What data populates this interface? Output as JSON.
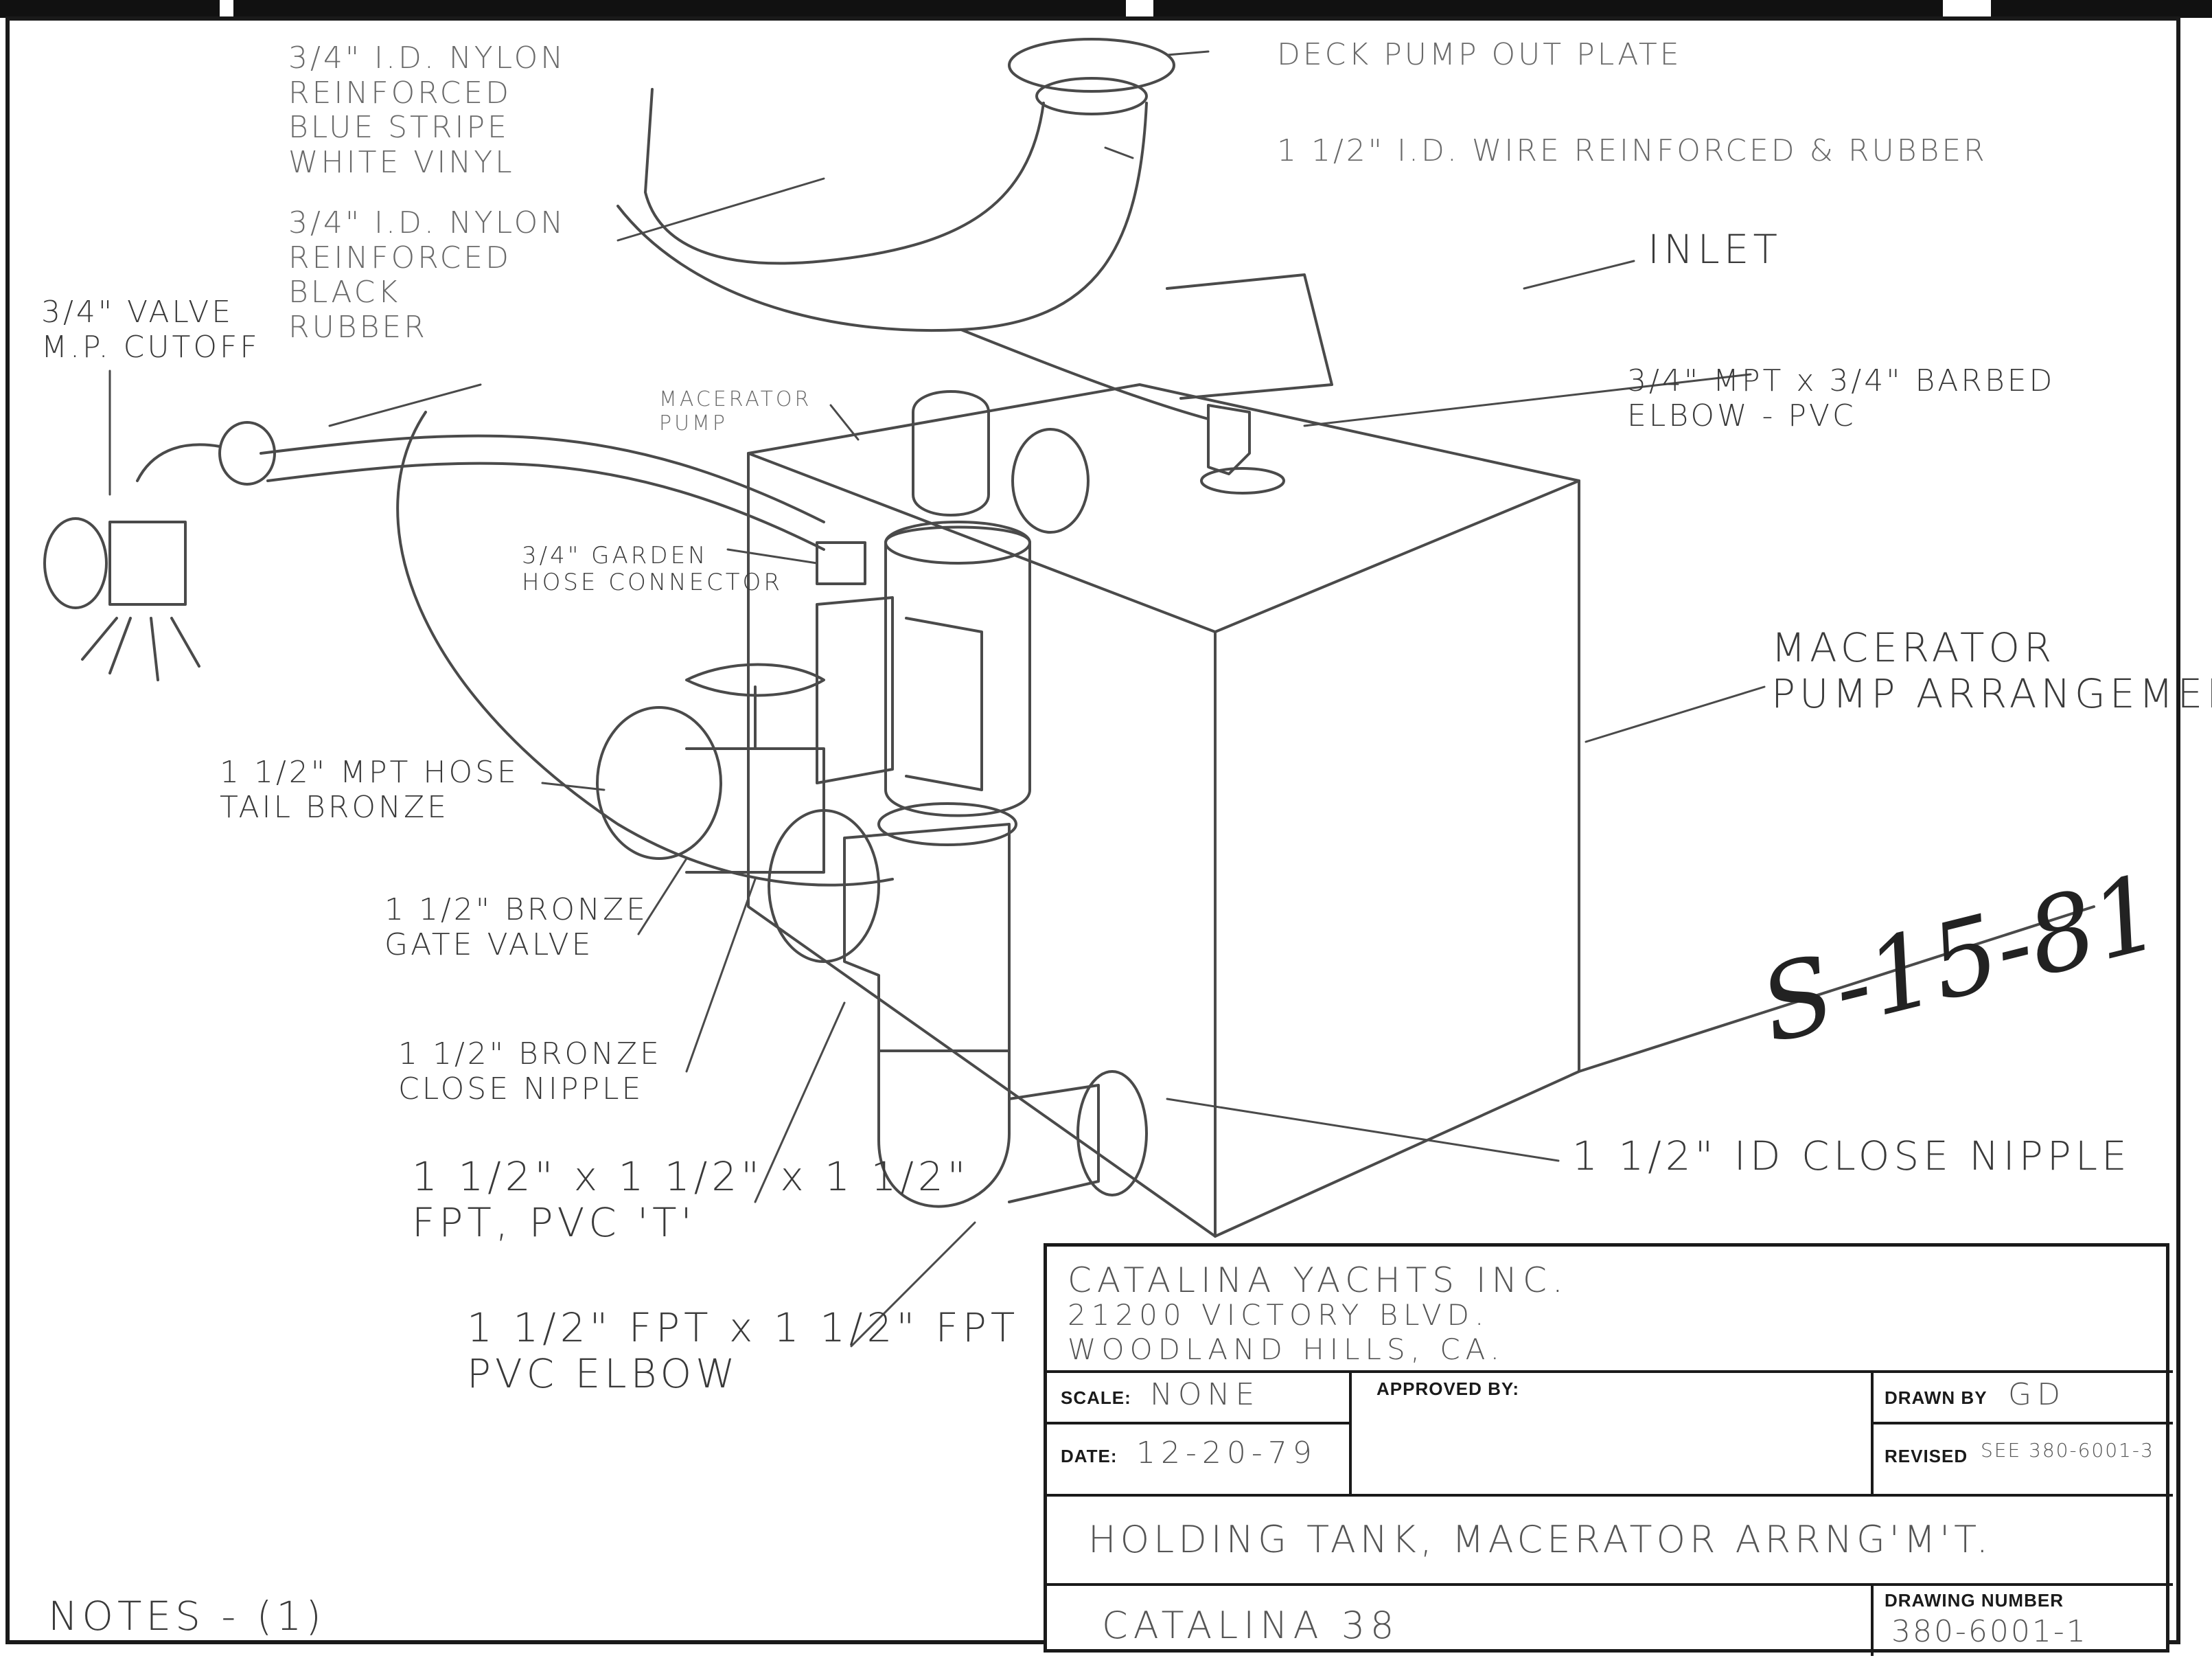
{
  "drawing": {
    "labels": {
      "hose_top_left": "3/4\" I.D. NYLON\nREINFORCED\nBLUE STRIPE\nWHITE VINYL",
      "pump_out_plate": "DECK PUMP OUT PLATE",
      "wire_hose": "1 1/2\" I.D. WIRE REINFORCED & RUBBER",
      "nylon_rubber": "3/4\" I.D. NYLON\nREINFORCED\nBLACK\nRUBBER",
      "valve": "3/4\" VALVE\nM.P. CUTOFF",
      "inlet": "INLET",
      "elbow_pvc": "3/4\" MPT x 3/4\" BARBED\nELBOW - PVC",
      "macerator_pump_small": "MACERATOR\nPUMP",
      "garden_hose": "3/4\" GARDEN\nHOSE CONNECTOR",
      "macerator_arrangement": "MACERATOR\nPUMP ARRANGEMENT",
      "hose_tail": "1 1/2\" MPT HOSE\nTAIL BRONZE",
      "gate_valve": "1 1/2\" BRONZE\nGATE VALVE",
      "close_nipple_bronze": "1 1/2\" BRONZE\nCLOSE NIPPLE",
      "tee": "1 1/2\" x 1 1/2\" x 1 1/2\"\nFPT, PVC 'T'",
      "elbow_fpt": "1 1/2\" FPT x 1 1/2\" FPT\nPVC ELBOW",
      "id_close_nipple": "1 1/2\" ID CLOSE NIPPLE",
      "notes": "NOTES - (1)",
      "signature": "S-15-81"
    }
  },
  "title_block": {
    "company_line1": "CATALINA YACHTS INC.",
    "company_line2": "21200 VICTORY BLVD.",
    "company_line3": "WOODLAND HILLS, CA.",
    "scale_caption": "SCALE:",
    "scale_value": "NONE",
    "approved_caption": "APPROVED BY:",
    "drawn_caption": "DRAWN BY",
    "drawn_value": "GD",
    "date_caption": "DATE:",
    "date_value": "12-20-79",
    "revised_caption": "REVISED",
    "revised_value": "SEE 380-6001-3",
    "title": "HOLDING TANK, MACERATOR ARRNG'M'T.",
    "model": "CATALINA 38",
    "drawing_number_caption": "DRAWING NUMBER",
    "drawing_number": "380-6001-1"
  }
}
